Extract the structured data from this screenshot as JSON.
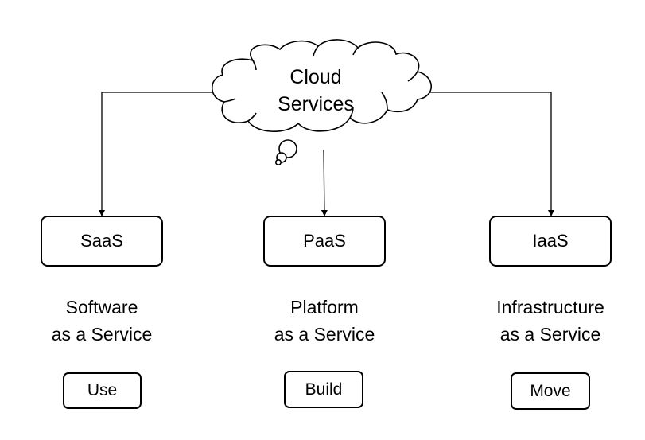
{
  "cloud": {
    "line1": "Cloud",
    "line2": "Services"
  },
  "services": [
    {
      "name": "SaaS",
      "desc1": "Software",
      "desc2": "as a Service",
      "action": "Use"
    },
    {
      "name": "PaaS",
      "desc1": "Platform",
      "desc2": "as a Service",
      "action": "Build"
    },
    {
      "name": "IaaS",
      "desc1": "Infrastructure",
      "desc2": "as a Service",
      "action": "Move"
    }
  ]
}
